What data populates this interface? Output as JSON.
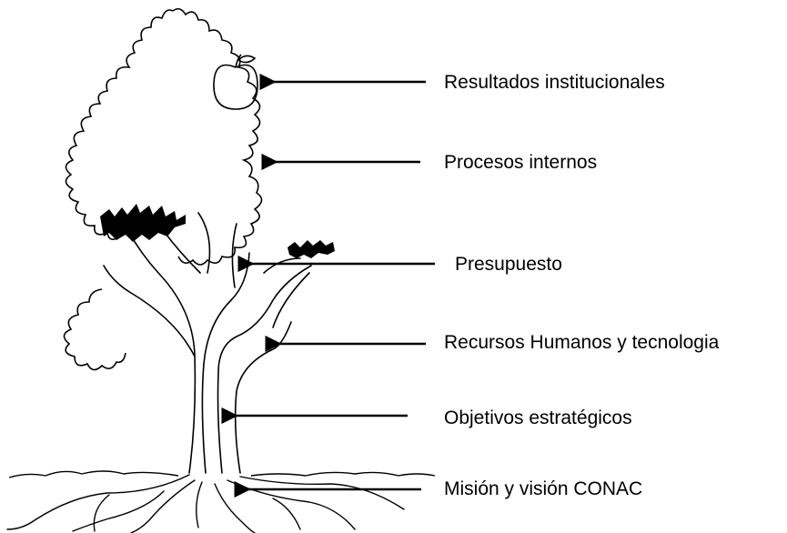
{
  "labels": [
    {
      "id": "resultados",
      "text": "Resultados institucionales"
    },
    {
      "id": "procesos",
      "text": "Procesos internos"
    },
    {
      "id": "presupuesto",
      "text": "Presupuesto"
    },
    {
      "id": "recursos",
      "text": "Recursos Humanos y tecnologia"
    },
    {
      "id": "objetivos",
      "text": "Objetivos estratégicos"
    },
    {
      "id": "mision",
      "text": "Misión y visión CONAC"
    }
  ],
  "colors": {
    "ink": "#000000",
    "background": "#ffffff"
  },
  "icons": [
    "tree-illustration",
    "apple-icon",
    "arrow-icon"
  ]
}
